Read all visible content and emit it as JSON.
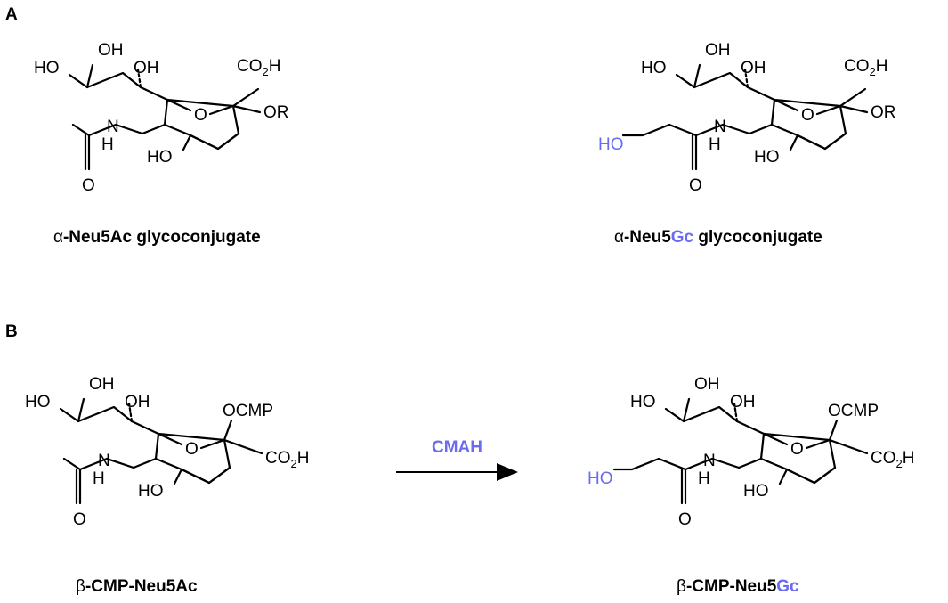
{
  "panels": {
    "a": "A",
    "b": "B"
  },
  "atoms": {
    "oh": "OH",
    "ho": "HO",
    "o": "O",
    "n": "N",
    "h": "H",
    "co2h_co": "CO",
    "co2h_2": "2",
    "co2h_h": "H",
    "or": "OR",
    "ocmp": "OCMP"
  },
  "labels": {
    "neu5ac_prefix": "α",
    "neu5ac_rest": "-Neu5Ac glycoconjugate",
    "neu5gc_prefix": "α",
    "neu5gc_mid": "-Neu5",
    "neu5gc_hl": "Gc",
    "neu5gc_rest": " glycoconjugate",
    "cmp_ac_prefix": "β",
    "cmp_ac_rest": "-CMP-Neu5Ac",
    "cmp_gc_prefix": "β",
    "cmp_gc_mid": "-CMP-Neu5",
    "cmp_gc_hl": "Gc"
  },
  "reaction": {
    "enzyme": "CMAH"
  },
  "colors": {
    "highlight": "#6b6bf2",
    "ink": "#000000"
  }
}
